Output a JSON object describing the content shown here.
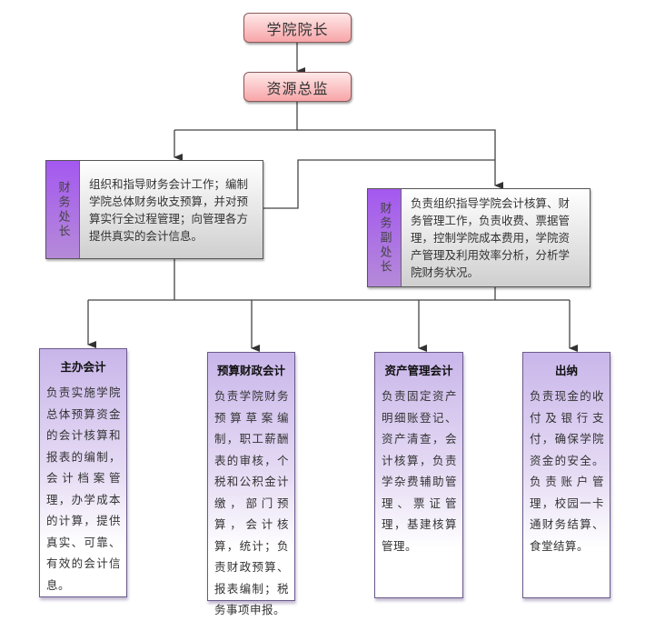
{
  "nodes": {
    "dean": {
      "label": "学院院长"
    },
    "director": {
      "label": "资源总监"
    },
    "finance_head": {
      "role": "财务处长",
      "description": "组织和指导财务会计工作；编制学院总体财务收支预算，并对预算实行全过程管理；向管理各方提供真实的会计信息。"
    },
    "finance_deputy": {
      "role": "财务副处长",
      "description": "负责组织指导学院会计核算、财务管理工作，负责收费、票据管理，控制学院成本费用，学院资产管理及利用效率分析，分析学院财务状况。"
    },
    "units": [
      {
        "title": "主办会计",
        "description": "负责实施学院总体预算资金的会计核算和报表的编制，会计档案管理，办学成本的计算，提供真实、可靠、有效的会计信息。"
      },
      {
        "title": "预算财政会计",
        "description": "负责学院财务预算草案编制，职工薪酬表的审核，个税和公积金计缴，部门预算，会计核算，统计；负责财政预算、报表编制；税务事项申报。"
      },
      {
        "title": "资产管理会计",
        "description": "负责固定资产明细账登记、资产清查，会计核算，负责学杂费辅助管理、票证管理，基建核算管理。"
      },
      {
        "title": "出纳",
        "description": "负责现金的收付及银行支付，确保学院资金的安全。负责账户管理，校园一卡通财务结算、食堂结算。"
      }
    ]
  },
  "colors": {
    "top_box": "#f7a5a8",
    "manager_side": "#a458f0",
    "unit_box": "#c9b6ea",
    "connector": "#444444"
  }
}
